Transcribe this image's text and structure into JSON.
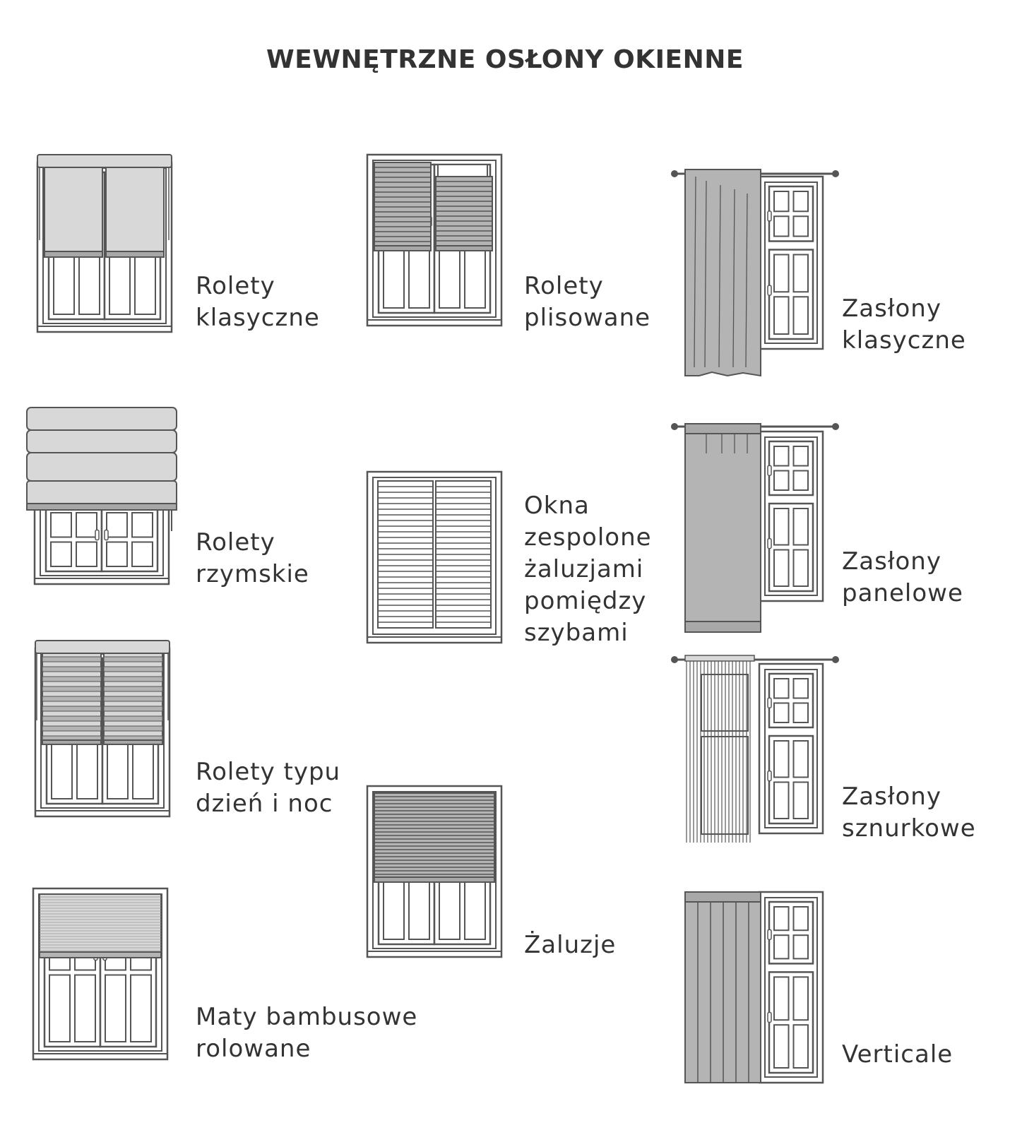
{
  "title": "WEWNĘTRZNE OSŁONY OKIENNE",
  "colors": {
    "stroke": "#555555",
    "fill_light": "#d8d8d8",
    "fill_mid": "#b4b4b4",
    "fill_dark": "#a8a8a8",
    "text": "#333333"
  },
  "items": [
    {
      "id": "rolety-klasyczne",
      "lines": [
        "Rolety",
        "klasyczne"
      ]
    },
    {
      "id": "rolety-plisowane",
      "lines": [
        "Rolety",
        "plisowane"
      ]
    },
    {
      "id": "zaslony-klasyczne",
      "lines": [
        "Zasłony",
        "klasyczne"
      ]
    },
    {
      "id": "rolety-rzymskie",
      "lines": [
        "Rolety",
        "rzymskie"
      ]
    },
    {
      "id": "okna-zespolone",
      "lines": [
        "Okna",
        "zespolone",
        "żaluzjami",
        "pomiędzy",
        "szybami"
      ]
    },
    {
      "id": "zaslony-panelowe",
      "lines": [
        "Zasłony",
        "panelowe"
      ]
    },
    {
      "id": "rolety-dzien-noc",
      "lines": [
        "Rolety typu",
        "dzień i noc"
      ]
    },
    {
      "id": "zaslony-sznurkowe",
      "lines": [
        "Zasłony",
        "sznurkowe"
      ]
    },
    {
      "id": "zaluzje",
      "lines": [
        "Żaluzje"
      ]
    },
    {
      "id": "maty-bambusowe",
      "lines": [
        "Maty bambusowe",
        "rolowane"
      ]
    },
    {
      "id": "verticale",
      "lines": [
        "Verticale"
      ]
    }
  ]
}
